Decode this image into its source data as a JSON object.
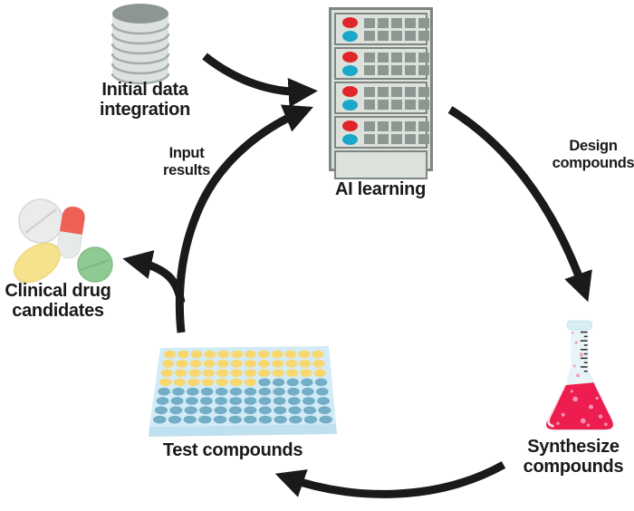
{
  "labels": {
    "initial_data": "Initial data\nintegration",
    "ai_learning": "AI learning",
    "design_compounds": "Design\ncompounds",
    "synthesize_compounds": "Synthesize\ncompounds",
    "test_compounds": "Test compounds",
    "input_results": "Input\nresults",
    "clinical_candidates": "Clinical drug\ncandidates"
  },
  "colors": {
    "arrow": "#1a1a1a",
    "text": "#1a1a1a",
    "server_body": "#dce1dc",
    "server_border": "#7d8681",
    "server_led_red": "#e0252b",
    "server_led_cyan": "#1ba7c9",
    "server_vent": "#8d9792",
    "db_top": "#8d9692",
    "db_body": "#dde2de",
    "db_ring": "#a3aba7",
    "plate_top": "#d3ebf6",
    "plate_side": "#bfe0ee",
    "well_yellow": "#f8d76e",
    "well_blue": "#73aec6",
    "flask_glass": "#e9f4f9",
    "flask_lip": "#d9edf5",
    "flask_liquid": "#ed1e4f",
    "flask_bubble": "#f490b4",
    "pill_white": "#ebebeb",
    "capsule_red": "#ee6056",
    "capsule_body": "#e6eae9",
    "pill_yellow": "#f6e18c",
    "pill_green": "#8fca92"
  },
  "server": {
    "units": 4,
    "vent_rows": 2,
    "vent_cols": 5
  },
  "plate": {
    "rows": 8,
    "cols": 12,
    "yellow_full_rows": 3,
    "yellow_in_next_row": 7
  }
}
